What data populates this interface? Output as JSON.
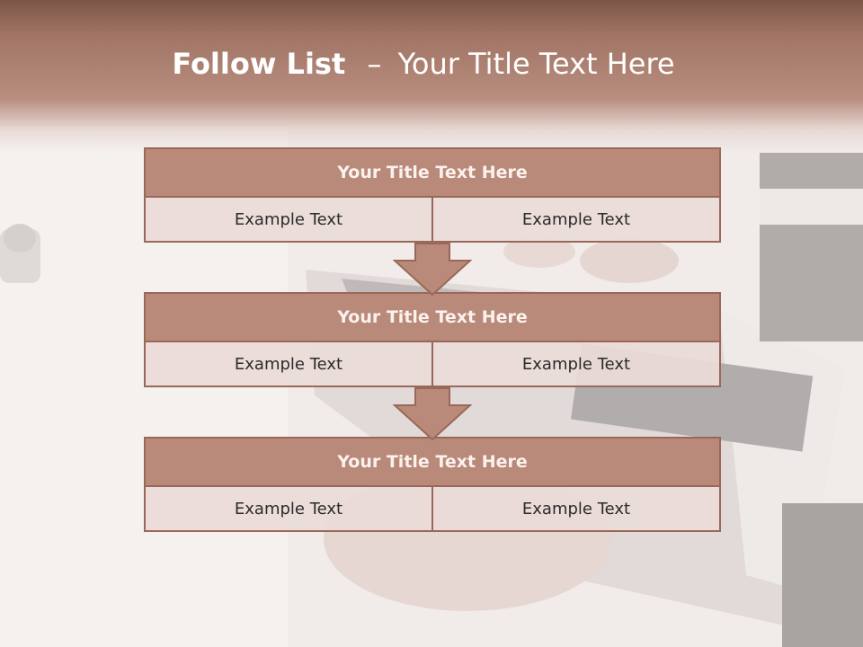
{
  "slide": {
    "title_bold": "Follow List",
    "title_sep": "–",
    "title_rest": "Your Title Text Here"
  },
  "steps": [
    {
      "title": "Your Title Text Here",
      "left": "Example Text",
      "right": "Example Text"
    },
    {
      "title": "Your Title Text Here",
      "left": "Example Text",
      "right": "Example Text"
    },
    {
      "title": "Your Title Text Here",
      "left": "Example Text",
      "right": "Example Text"
    }
  ],
  "colors": {
    "header": "#a27565",
    "title_cell": "#b98979",
    "border": "#9a6858",
    "body_cell": "#ebdcd8",
    "arrow": "#b98979"
  }
}
